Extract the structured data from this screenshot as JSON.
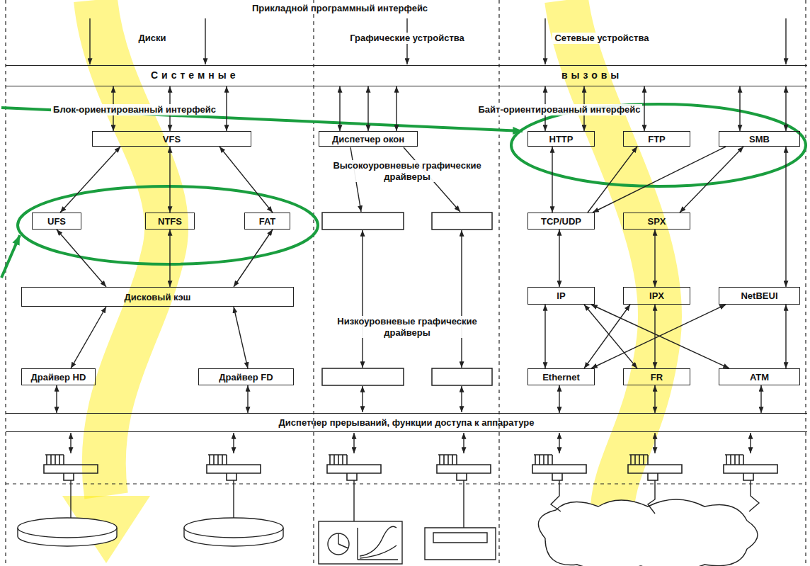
{
  "diagram": {
    "nodes": [
      {
        "text": [
          "Системные",
          "вызовы"
        ]
      },
      {
        "text": [
          "VFS"
        ]
      },
      {
        "text": [
          "Диспетчер окон"
        ]
      },
      {
        "text": [
          "HTTP"
        ]
      },
      {
        "text": [
          "FTP"
        ]
      },
      {
        "text": [
          "SMB"
        ]
      },
      {
        "text": [
          "UFS"
        ]
      },
      {
        "text": [
          "NTFS"
        ]
      },
      {
        "text": [
          "FAT"
        ]
      },
      {
        "text": [
          "TCP/UDP"
        ]
      },
      {
        "text": [
          "SPX"
        ]
      },
      {
        "text": [
          "Дисковый кэш"
        ]
      },
      {
        "text": [
          "IP"
        ]
      },
      {
        "text": [
          "IPX"
        ]
      },
      {
        "text": [
          "NetBEUI"
        ]
      },
      {
        "text": [
          "Драйвер HD"
        ]
      },
      {
        "text": [
          "Драйвер FD"
        ]
      },
      {
        "text": [
          "Ethernet"
        ]
      },
      {
        "text": [
          "FR"
        ]
      },
      {
        "text": [
          "ATM"
        ]
      },
      {
        "text": [
          "Диспетчер прерываний, функции доступа к аппаратуре"
        ]
      }
    ],
    "edges": [
      {
        "from": 0,
        "to": 1,
        "arrow": "both"
      },
      {
        "from": 0,
        "to": 1,
        "arrow": "both"
      },
      {
        "from": 0,
        "to": 1,
        "arrow": "both"
      },
      {
        "from": 0,
        "to": 2,
        "arrow": "both"
      },
      {
        "from": 0,
        "to": 2,
        "arrow": "both"
      },
      {
        "from": 0,
        "to": 2,
        "arrow": "both"
      },
      {
        "from": 0,
        "to": 3,
        "arrow": "both"
      },
      {
        "from": 0,
        "to": 3,
        "arrow": "both"
      },
      {
        "from": 0,
        "to": 4,
        "arrow": "both"
      },
      {
        "from": 0,
        "to": 5,
        "arrow": "both"
      },
      {
        "from": 0,
        "to": 5,
        "arrow": "both"
      },
      {
        "from": 1,
        "to": 6,
        "arrow": "both"
      },
      {
        "from": 1,
        "to": 7,
        "arrow": "both"
      },
      {
        "from": 1,
        "to": 8,
        "arrow": "both"
      },
      {
        "from": 6,
        "to": 11,
        "arrow": "both"
      },
      {
        "from": 7,
        "to": 11,
        "arrow": "both"
      },
      {
        "from": 8,
        "to": 11,
        "arrow": "both"
      },
      {
        "from": 11,
        "to": 15,
        "arrow": "both"
      },
      {
        "from": 11,
        "to": 16,
        "arrow": "both"
      },
      {
        "from": 3,
        "to": 9,
        "arrow": "both"
      },
      {
        "from": 9,
        "to": 4,
        "arrow": "to"
      },
      {
        "from": 5,
        "to": 9,
        "arrow": "to"
      },
      {
        "from": 5,
        "to": 10,
        "arrow": "both"
      },
      {
        "from": 5,
        "to": 14,
        "arrow": "both"
      },
      {
        "from": 9,
        "to": 12,
        "arrow": "both"
      },
      {
        "from": 10,
        "to": 13,
        "arrow": "both"
      },
      {
        "from": 12,
        "to": 17,
        "arrow": "both"
      },
      {
        "from": 12,
        "to": 18,
        "arrow": "both"
      },
      {
        "from": 12,
        "to": 19,
        "arrow": "both"
      },
      {
        "from": 13,
        "to": 17,
        "arrow": "both"
      },
      {
        "from": 13,
        "to": 18,
        "arrow": "both"
      },
      {
        "from": 14,
        "to": 17,
        "arrow": "both"
      },
      {
        "from": 14,
        "to": 19,
        "arrow": "both"
      },
      {
        "from": 15,
        "to": 20,
        "arrow": "both"
      },
      {
        "from": 16,
        "to": 20,
        "arrow": "both"
      },
      {
        "from": 17,
        "to": 20,
        "arrow": "both"
      },
      {
        "from": 18,
        "to": 20,
        "arrow": "both"
      },
      {
        "from": 19,
        "to": 20,
        "arrow": "both"
      }
    ],
    "labels": [
      "Прикладной программный интерфейс",
      "Диски",
      "Графические устройства",
      "Сетевые устройства",
      "Блок-ориентированный интерфейс",
      "Байт-ориентированный интерфейс",
      "Высокоуровневые графические драйверы",
      "Низкоуровневые графические драйверы"
    ]
  }
}
